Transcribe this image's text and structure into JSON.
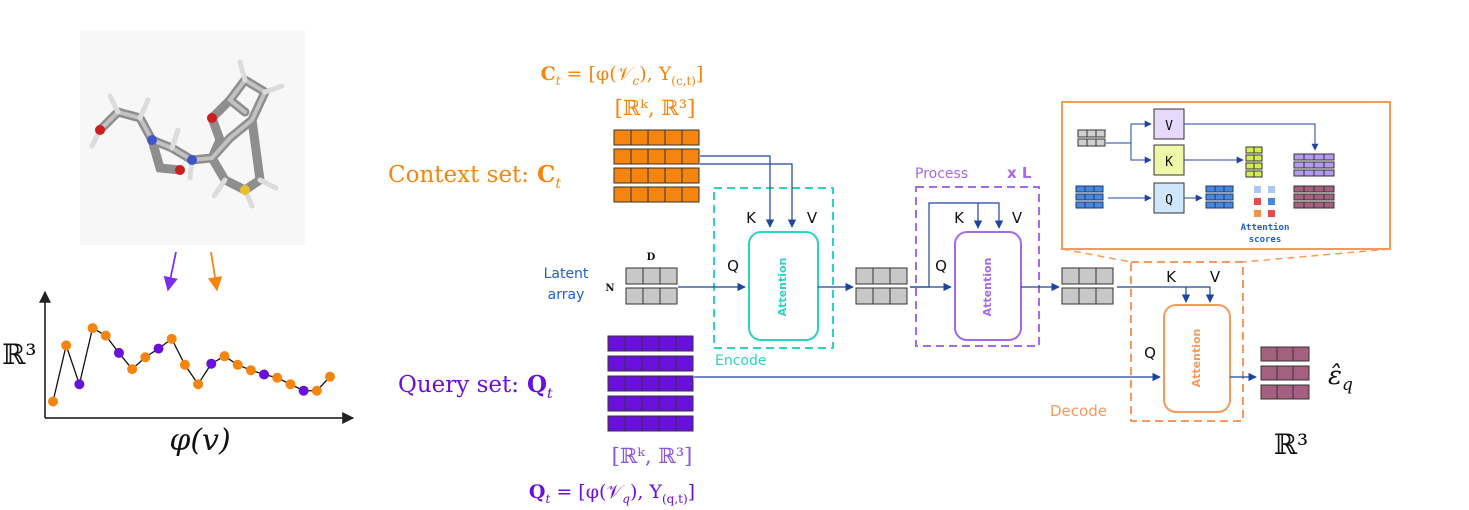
{
  "molecule": {
    "icon": "molecule-3d-render-icon"
  },
  "plot": {
    "ylabel": "ℝ³",
    "xlabel": "φ(v)",
    "points": [
      {
        "x": 0,
        "y": 0.06,
        "kind": "context"
      },
      {
        "x": 1,
        "y": 0.58,
        "kind": "context"
      },
      {
        "x": 2,
        "y": 0.22,
        "kind": "query"
      },
      {
        "x": 3,
        "y": 0.74,
        "kind": "context"
      },
      {
        "x": 4,
        "y": 0.67,
        "kind": "context"
      },
      {
        "x": 5,
        "y": 0.51,
        "kind": "query"
      },
      {
        "x": 6,
        "y": 0.36,
        "kind": "context"
      },
      {
        "x": 7,
        "y": 0.47,
        "kind": "context"
      },
      {
        "x": 8,
        "y": 0.55,
        "kind": "query"
      },
      {
        "x": 9,
        "y": 0.64,
        "kind": "context"
      },
      {
        "x": 10,
        "y": 0.4,
        "kind": "context"
      },
      {
        "x": 11,
        "y": 0.22,
        "kind": "context"
      },
      {
        "x": 12,
        "y": 0.41,
        "kind": "query"
      },
      {
        "x": 13,
        "y": 0.48,
        "kind": "context"
      },
      {
        "x": 14,
        "y": 0.4,
        "kind": "context"
      },
      {
        "x": 15,
        "y": 0.35,
        "kind": "context"
      },
      {
        "x": 16,
        "y": 0.31,
        "kind": "query"
      },
      {
        "x": 17,
        "y": 0.28,
        "kind": "context"
      },
      {
        "x": 18,
        "y": 0.22,
        "kind": "context"
      },
      {
        "x": 19,
        "y": 0.16,
        "kind": "query"
      },
      {
        "x": 20,
        "y": 0.16,
        "kind": "context"
      },
      {
        "x": 21,
        "y": 0.29,
        "kind": "context"
      }
    ]
  },
  "context": {
    "formula_lhs": "C",
    "formula_lhs_sub": "t",
    "formula_rhs": " = [φ(𝒱",
    "formula_rhs_sub": "c",
    "formula_mid": "), Y",
    "formula_end_sub": "(c,t)",
    "formula_close": "]",
    "space": "[ℝᵏ, ℝ³]",
    "label": "Context set:",
    "symbol": "C",
    "symbol_sub": "t"
  },
  "query": {
    "label": "Query set:",
    "symbol": "Q",
    "symbol_sub": "t",
    "space": "[ℝᵏ, ℝ³]",
    "formula_lhs": "Q",
    "formula_lhs_sub": "t",
    "formula_rhs": " = [φ(𝒱",
    "formula_rhs_sub": "q",
    "formula_mid": "), Y",
    "formula_end_sub": "(q,t)",
    "formula_close": "]"
  },
  "latent": {
    "label_line1": "Latent",
    "label_line2": "array",
    "dim_d": "D",
    "dim_n": "N"
  },
  "encode": {
    "label": "Encode",
    "block": "Attention",
    "q": "Q",
    "k": "K",
    "v": "V"
  },
  "process": {
    "label": "Process",
    "repeat": "x L",
    "block": "Attention",
    "q": "Q",
    "k": "K",
    "v": "V"
  },
  "decode": {
    "label": "Decode",
    "block": "Attention",
    "q": "Q",
    "k": "K",
    "v": "V"
  },
  "inset": {
    "v": "V",
    "k": "K",
    "q": "Q",
    "scores_line1": "Attention",
    "scores_line2": "scores"
  },
  "output": {
    "symbol": "ε̂",
    "symbol_sub": "q",
    "space": "ℝ³"
  },
  "colors": {
    "context": "#f5850f",
    "query": "#6a10dc",
    "latent": "#c8c8c8",
    "encode": "#2bd3c4",
    "process": "#a56ae8",
    "decode": "#f59a5c",
    "output": "#a4607e",
    "arrow": "#1c45a0",
    "label_blue": "#1d5fd6"
  }
}
